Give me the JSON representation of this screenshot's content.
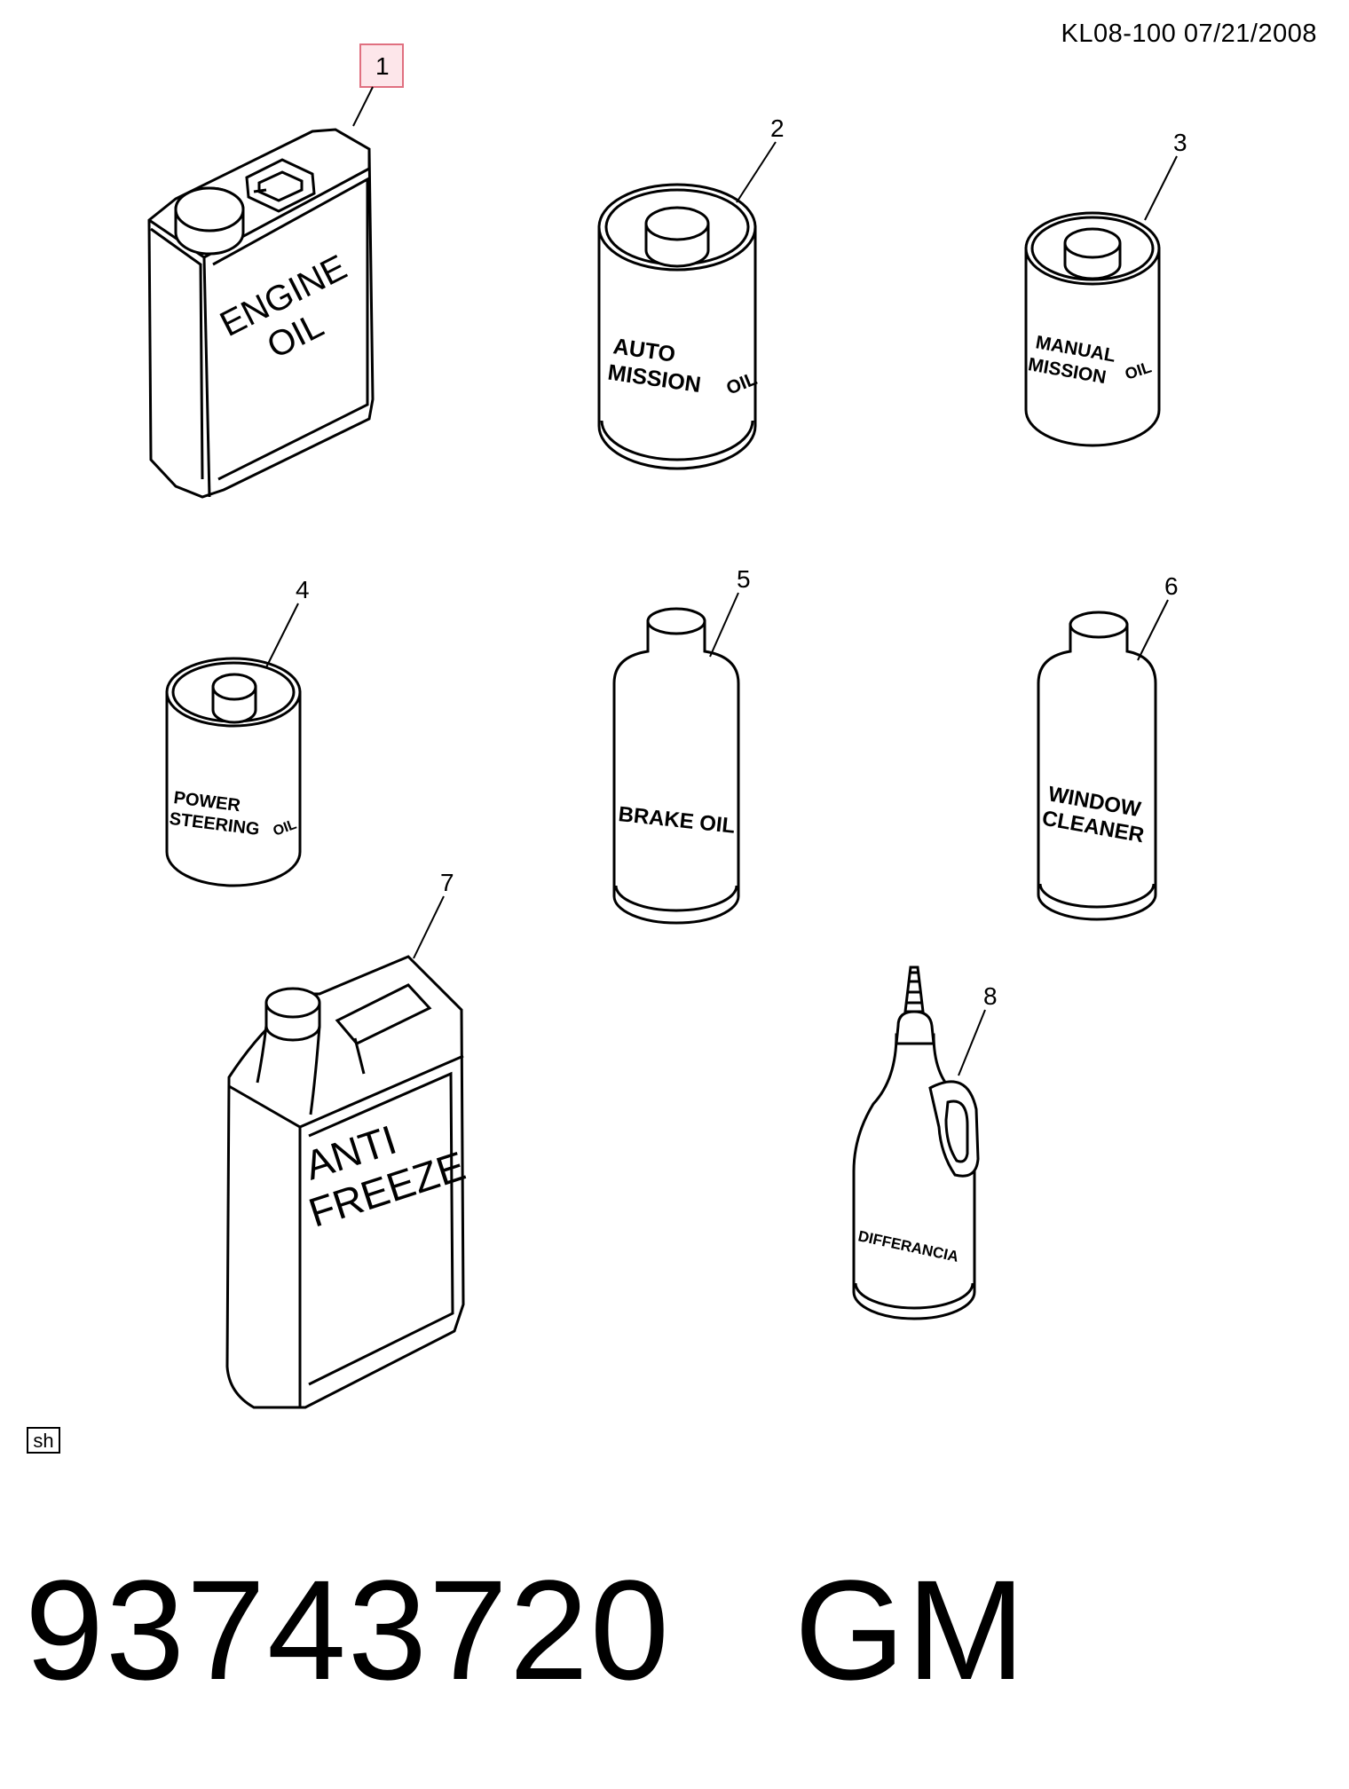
{
  "header": {
    "ref": "KL08-100  07/21/2008"
  },
  "callouts": [
    "1",
    "2",
    "3",
    "4",
    "5",
    "6",
    "7",
    "8"
  ],
  "labels": {
    "engine_oil": [
      "ENGINE",
      "OIL"
    ],
    "auto_mission": [
      "AUTO",
      "MISSION",
      "OIL"
    ],
    "manual_mission": [
      "MANUAL",
      "MISSION",
      "OIL"
    ],
    "power_steering": [
      "POWER",
      "STEERING",
      "OIL"
    ],
    "brake_oil": "BRAKE OIL",
    "window_cleaner": [
      "WINDOW",
      "CLEANER"
    ],
    "antifreeze": [
      "ANTI",
      "FREEZE"
    ],
    "differential": "DIFFERANCIA"
  },
  "footer": {
    "badge": "sh",
    "part_number": "93743720   GM"
  },
  "colors": {
    "highlight_border": "#e07080",
    "highlight_fill": "#fde6ea"
  }
}
